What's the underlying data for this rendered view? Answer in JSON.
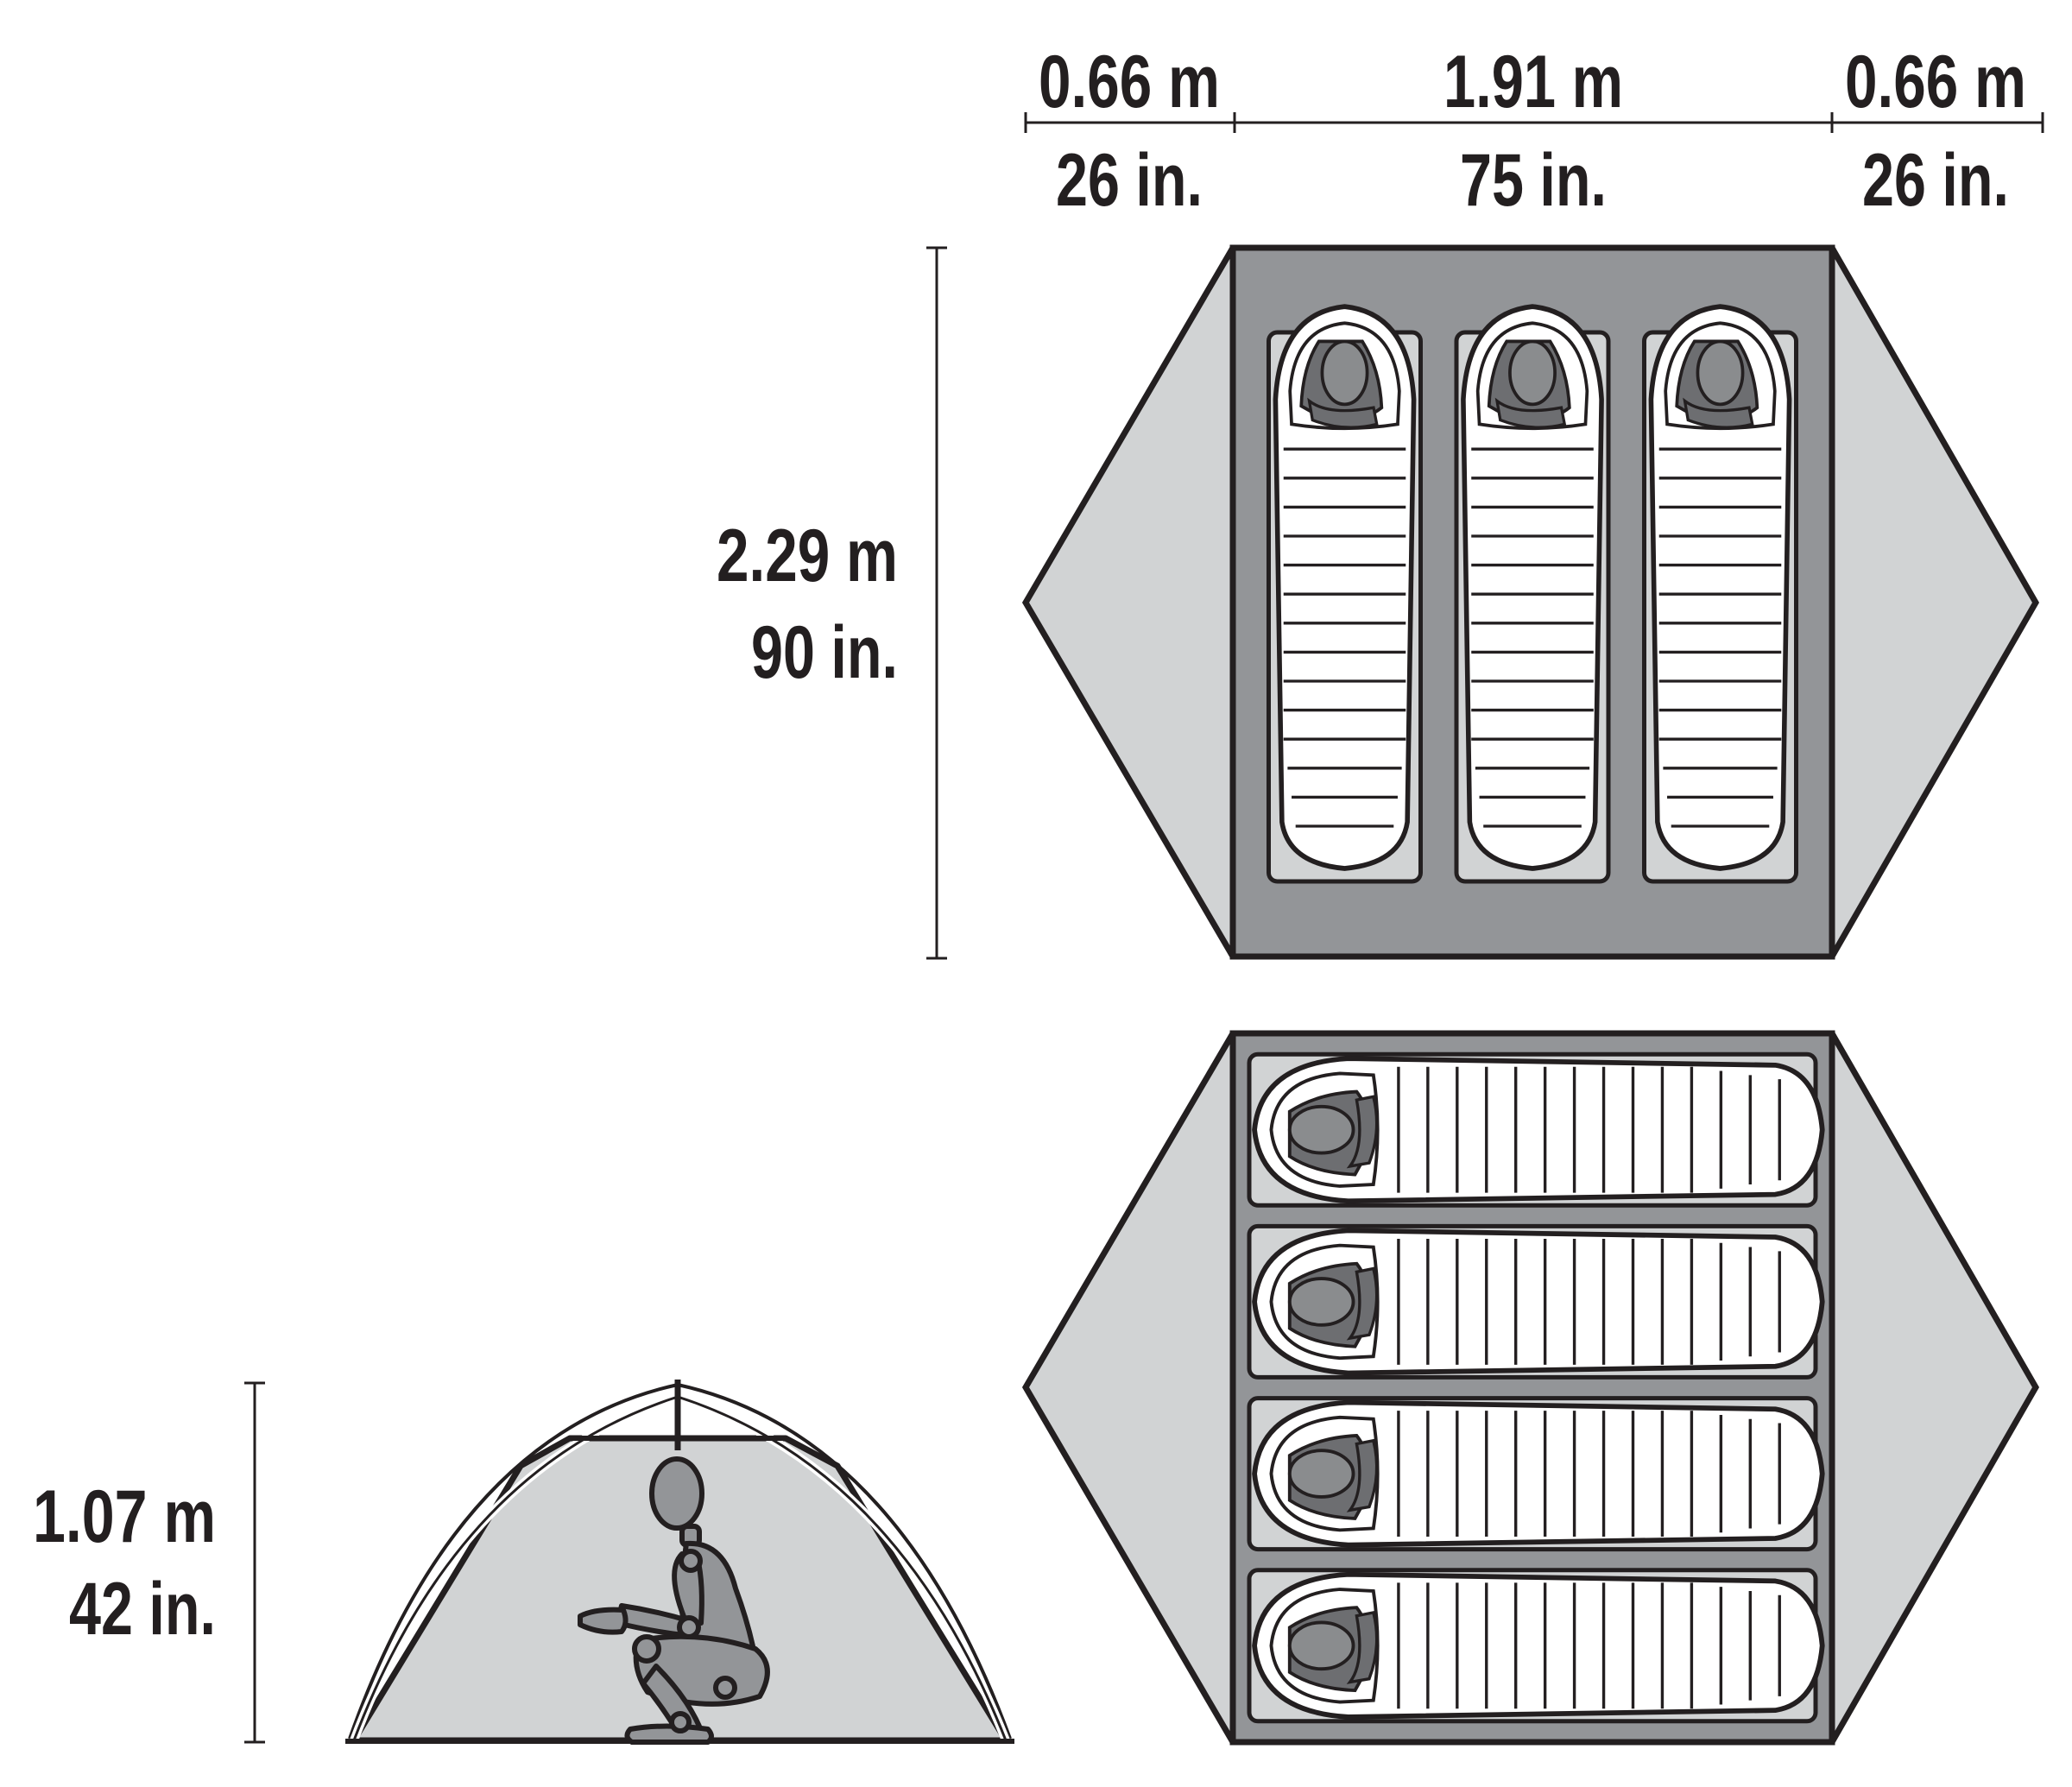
{
  "colors": {
    "ink": "#231f20",
    "vestibule": "#d1d3d4",
    "floor": "#939598",
    "pad": "#d1d3d4",
    "bag": "#ffffff",
    "head": "#8a8c8e",
    "hood": "#6d6e71"
  },
  "dimensions": {
    "vestibule_left": {
      "metric": "0.66 m",
      "imperial": "26 in."
    },
    "floor_width": {
      "metric": "1.91 m",
      "imperial": "75 in."
    },
    "vestibule_right": {
      "metric": "0.66 m",
      "imperial": "26 in."
    },
    "floor_length": {
      "metric": "2.29 m",
      "imperial": "90 in."
    },
    "peak_height": {
      "metric": "1.07 m",
      "imperial": "42 in."
    }
  },
  "layouts": {
    "three_person": {
      "occupants": 3,
      "orientation": "vertical"
    },
    "four_person": {
      "occupants": 4,
      "orientation": "horizontal"
    }
  },
  "icons": {
    "sitting_person": "seated-mannequin-icon",
    "sleeping_bag": "mummy-sleeping-bag-icon"
  }
}
